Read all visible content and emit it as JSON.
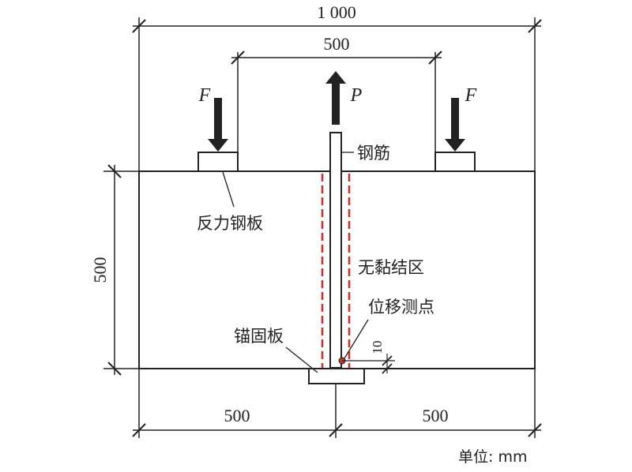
{
  "dimensions": {
    "total_width": "1 000",
    "load_spacing": "500",
    "height": "500",
    "left_half": "500",
    "right_half": "500",
    "gauge_offset": "10"
  },
  "loads": {
    "left_force": "F",
    "right_force": "F",
    "pull_force": "P"
  },
  "labels": {
    "rebar": "钢筋",
    "reaction_plate": "反力钢板",
    "unbonded_zone": "无黏结区",
    "measuring_point": "位移测点",
    "anchor_plate": "锚固板"
  },
  "unit_note": "单位: mm",
  "colors": {
    "line": "#222222",
    "unbonded_dashes": "#d42a2a",
    "gauge_point": "#c0392b"
  }
}
